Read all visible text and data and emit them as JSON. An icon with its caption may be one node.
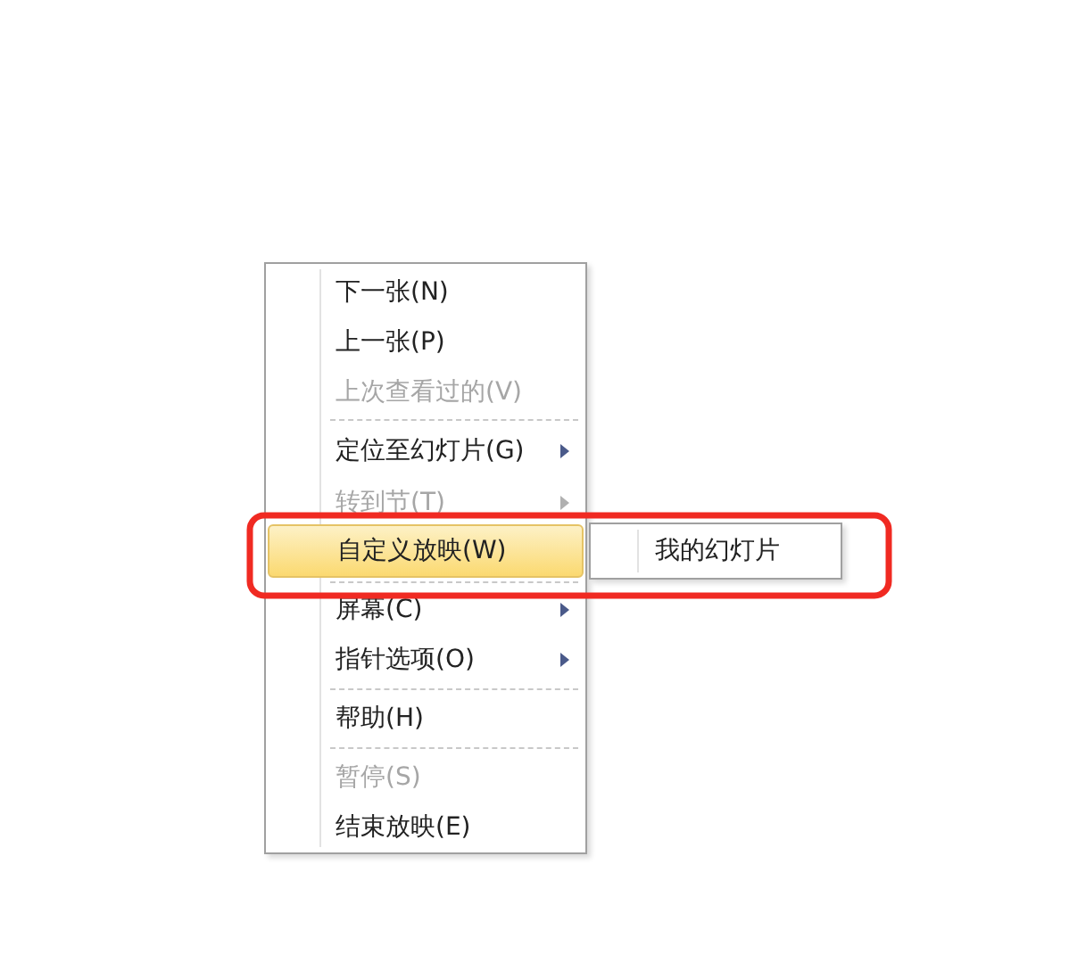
{
  "diagram": {
    "nodes": [
      {
        "text": [],
        "shape": "box"
      },
      {
        "text": [
          "下一张(N)"
        ],
        "in": 0
      },
      {
        "text": [
          "上一张(P)"
        ],
        "in": 0
      },
      {
        "text": [
          "上次查看过的(V)"
        ],
        "in": 0
      },
      {
        "text": [
          "定位至幻灯片(G)"
        ],
        "in": 0
      },
      {
        "text": [
          "转到节(T)"
        ],
        "in": 0
      },
      {
        "text": [
          "自定义放映(W)"
        ],
        "in": 0
      },
      {
        "text": [
          "屏幕(C)"
        ],
        "in": 0
      },
      {
        "text": [
          "指针选项(O)"
        ],
        "in": 0
      },
      {
        "text": [
          "帮助(H)"
        ],
        "in": 0
      },
      {
        "text": [
          "暂停(S)"
        ],
        "in": 0
      },
      {
        "text": [
          "结束放映(E)"
        ],
        "in": 0
      },
      {
        "text": [
          "我的幻灯片"
        ]
      }
    ]
  }
}
